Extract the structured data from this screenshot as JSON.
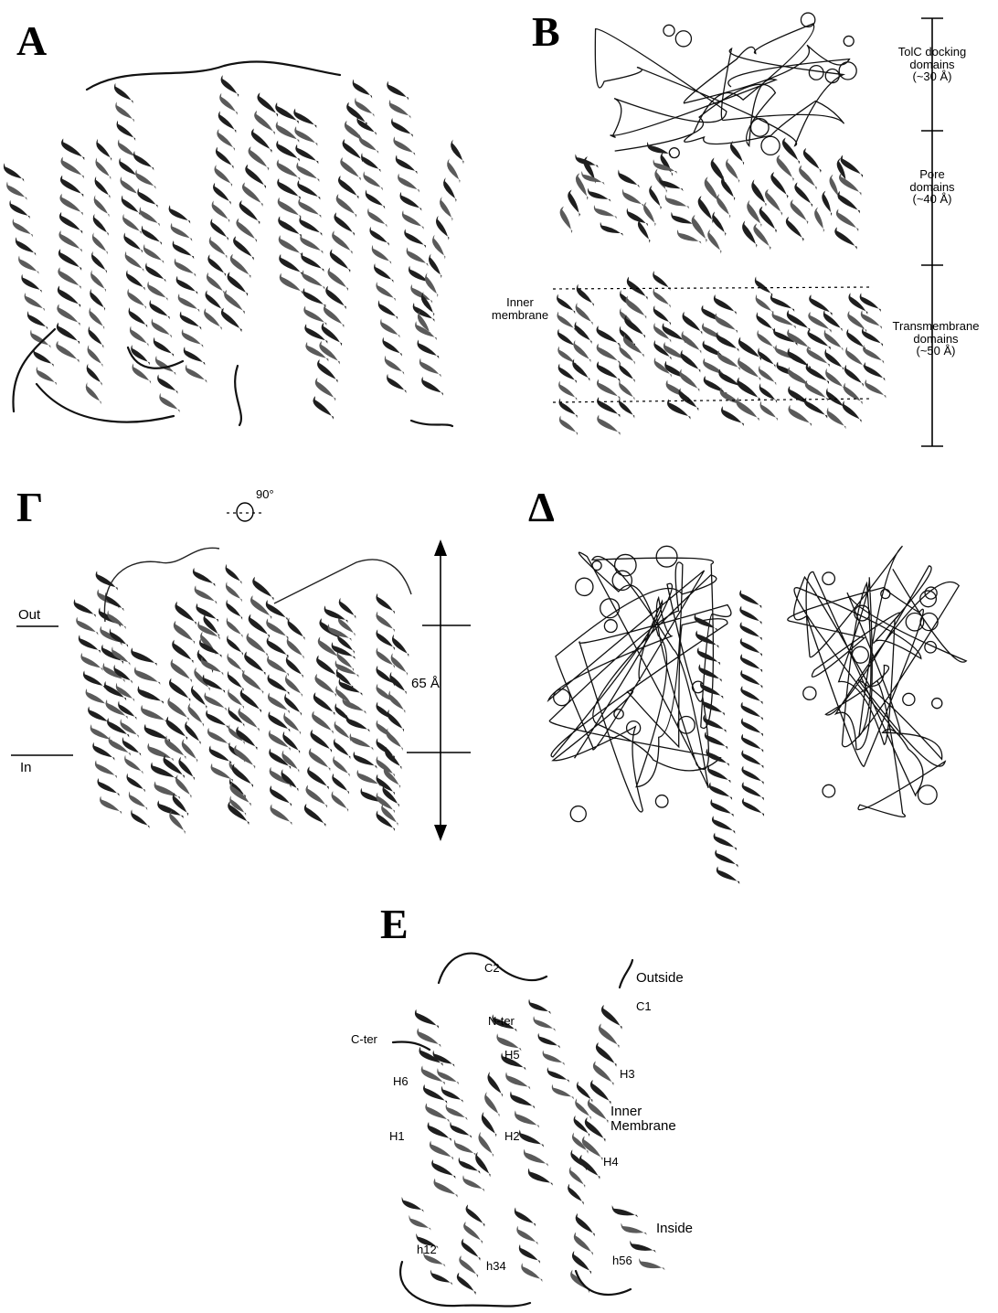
{
  "panels": {
    "a": {
      "label": "A"
    },
    "b": {
      "label": "B",
      "scale_labels": [
        {
          "lines": [
            "TolC docking",
            "domains",
            "(~30 Å)"
          ]
        },
        {
          "lines": [
            "Pore",
            "domains",
            "(~40 Å)"
          ]
        },
        {
          "lines": [
            "Transmembrane",
            "domains",
            "(~50 Å)"
          ]
        }
      ],
      "membrane_label": [
        "Inner",
        "membrane"
      ]
    },
    "g": {
      "label": "Γ",
      "rotation": "90°",
      "out_label": "Out",
      "in_label": "In",
      "thickness": "65 Å"
    },
    "d": {
      "label": "Δ"
    },
    "e": {
      "label": "E",
      "outside": "Outside",
      "membrane": [
        "Inner",
        "Membrane"
      ],
      "inside": "Inside",
      "helix_labels": {
        "c2": "C2",
        "c1": "C1",
        "nter": "N-ter",
        "cter": "C-ter",
        "h5": "H5",
        "h3": "H3",
        "h6": "H6",
        "h1": "H1",
        "h2": "H2",
        "h4": "H4",
        "h12": "h12",
        "h34": "h34",
        "h56": "h56"
      }
    }
  }
}
